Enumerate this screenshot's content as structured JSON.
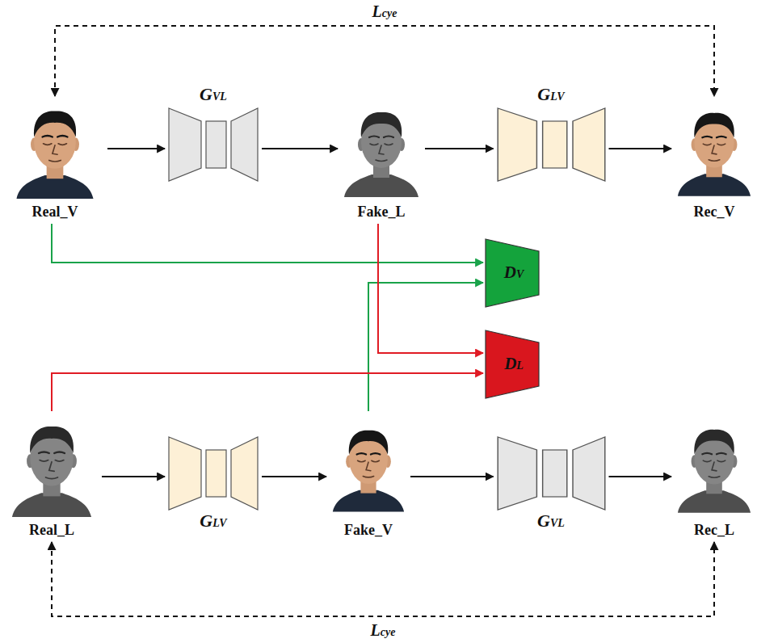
{
  "diagram": {
    "nodes": [
      {
        "text": [
          "Real_V"
        ]
      },
      {
        "text": [
          "GVL"
        ]
      },
      {
        "text": [
          "Fake_L"
        ]
      },
      {
        "text": [
          "GLV"
        ]
      },
      {
        "text": [
          "Rec_V"
        ]
      },
      {
        "text": [
          "DV"
        ]
      },
      {
        "text": [
          "DL"
        ]
      },
      {
        "text": [
          "Real_L"
        ]
      },
      {
        "text": [
          "GLV"
        ]
      },
      {
        "text": [
          "Fake_V"
        ]
      },
      {
        "text": [
          "GVL"
        ]
      },
      {
        "text": [
          "Rec_L"
        ]
      }
    ],
    "edges": [
      {
        "from": 0,
        "to": 1,
        "arrow": "to"
      },
      {
        "from": 1,
        "to": 2,
        "arrow": "to"
      },
      {
        "from": 2,
        "to": 3,
        "arrow": "to"
      },
      {
        "from": 3,
        "to": 4,
        "arrow": "to"
      },
      {
        "from": 7,
        "to": 8,
        "arrow": "to"
      },
      {
        "from": 8,
        "to": 9,
        "arrow": "to"
      },
      {
        "from": 9,
        "to": 10,
        "arrow": "to"
      },
      {
        "from": 10,
        "to": 11,
        "arrow": "to"
      },
      {
        "from": 0,
        "to": 4,
        "label": "Lcye",
        "arrow": "both"
      },
      {
        "from": 7,
        "to": 11,
        "label": "Lcye",
        "arrow": "both"
      },
      {
        "from": 0,
        "to": 5,
        "arrow": "to"
      },
      {
        "from": 9,
        "to": 5,
        "arrow": "to"
      },
      {
        "from": 2,
        "to": 6,
        "arrow": "to"
      },
      {
        "from": 7,
        "to": 6,
        "arrow": "to"
      }
    ]
  }
}
